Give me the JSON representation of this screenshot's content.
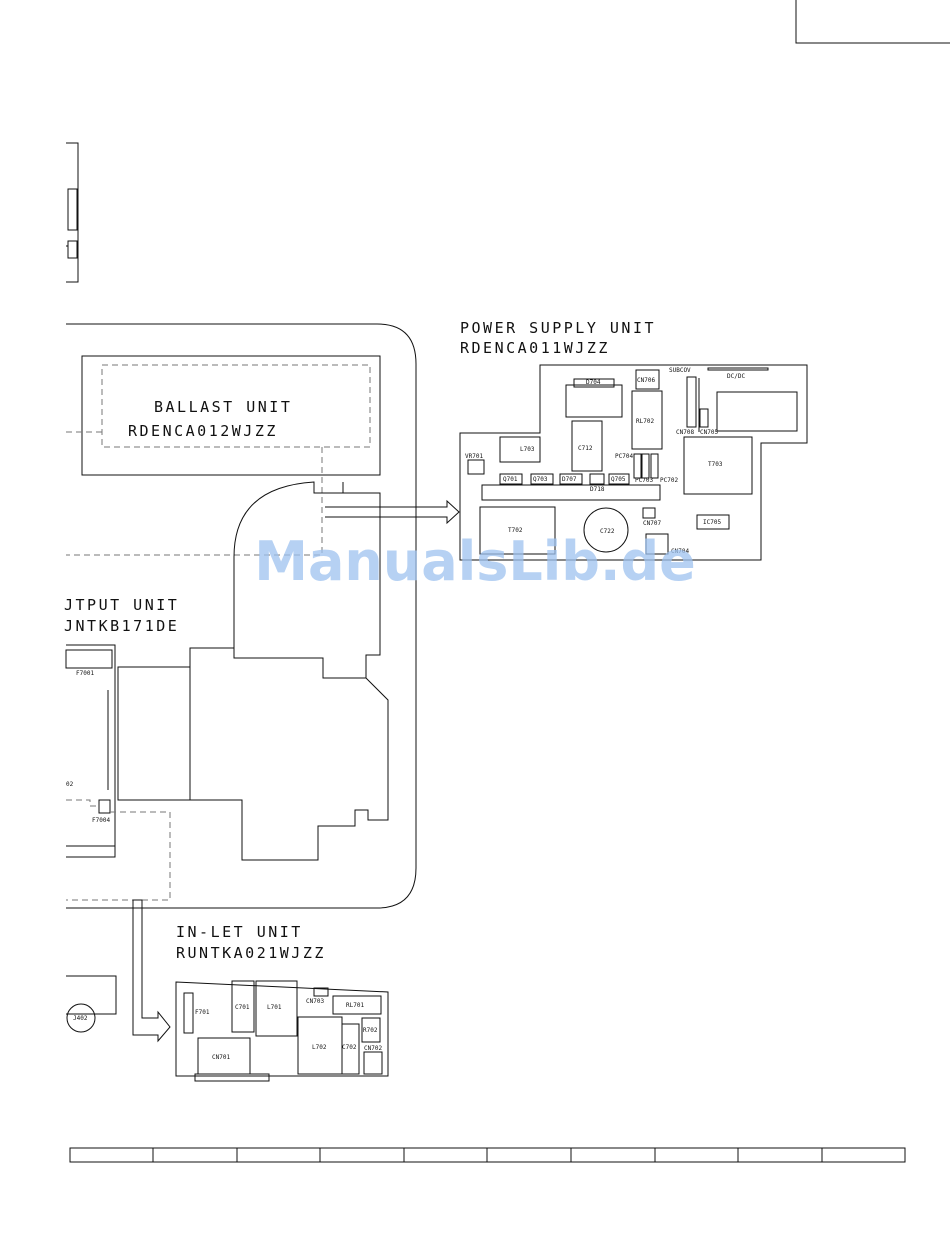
{
  "units": {
    "power_supply": {
      "title": "POWER SUPPLY UNIT",
      "code": "RDENCA011WJZZ",
      "parts": {
        "d704": "D704",
        "cn706": "CN706",
        "subcov": "SUBCOV",
        "dcdc": "DC/DC",
        "rl702": "RL702",
        "cn708": "CN708",
        "cn705": "CN705",
        "l703": "L703",
        "c712": "C712",
        "pc704": "PC704",
        "vr701": "VR701",
        "t703": "T703",
        "q701": "Q701",
        "q703": "Q703",
        "d707": "D707",
        "q705": "Q705",
        "pc703": "PC703",
        "pc702": "PC702",
        "d718": "D718",
        "t702": "T702",
        "c722": "C722",
        "cn707": "CN707",
        "ic705": "IC705",
        "cn704": "CN704"
      }
    },
    "ballast": {
      "title": "BALLAST UNIT",
      "code": "RDENCA012WJZZ"
    },
    "output": {
      "title": "JTPUT UNIT",
      "code": "JNTKB171DE",
      "parts": {
        "f7001": "F7001",
        "o02": "02",
        "f7004": "F7004"
      }
    },
    "inlet": {
      "title": "IN-LET UNIT",
      "code": "RUNTKA021WJZZ",
      "parts": {
        "f701": "F701",
        "c701": "C701",
        "l701": "L701",
        "cn703": "CN703",
        "rl701": "RL701",
        "l702": "L702",
        "c702": "C702",
        "r702": "R702",
        "cn702": "CN702",
        "cn701": "CN701"
      }
    },
    "jack": {
      "j402": "J402"
    }
  },
  "watermark": "ManualsLib.de",
  "colors": {
    "line": "#111111",
    "watermark": "#9ec2ef"
  }
}
